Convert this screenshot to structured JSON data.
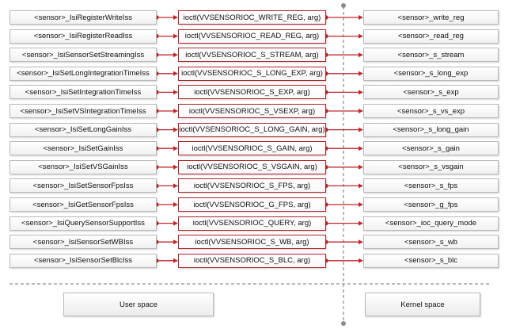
{
  "rows": [
    {
      "left": "<sensor>_IsiRegisterWriteIss",
      "mid": "ioctl(VVSENSORIOC_WRITE_REG, arg)",
      "right": "<sensor>_write_reg"
    },
    {
      "left": "<sensor>_IsiRegisterReadIss",
      "mid": "ioctl(VVSENSORIOC_READ_REG, arg)",
      "right": "<sensor>_read_reg"
    },
    {
      "left": "<sensor>_IsiSensorSetStreamingIss",
      "mid": "ioctl(VVSENSORIOC_S_STREAM, arg)",
      "right": "<sensor>_s_stream"
    },
    {
      "left": "<sensor>_IsiSetLongIntegrationTimeIss",
      "mid": "ioctl(VVSENSORIOC_S_LONG_EXP, arg)",
      "right": "<sensor>_s_long_exp"
    },
    {
      "left": "<sensor>_IsiSetIntegrationTimeIss",
      "mid": "ioctl(VVSENSORIOC_S_EXP, arg)",
      "right": "<sensor>_s_exp"
    },
    {
      "left": "<sensor>_IsiSetVSIntegrationTimeIss",
      "mid": "ioctl(VVSENSORIOC_S_VSEXP, arg)",
      "right": "<sensor>_s_vs_exp"
    },
    {
      "left": "<sensor>_IsiSetLongGainIss",
      "mid": "ioctl(VVSENSORIOC_S_LONG_GAIN, arg)",
      "right": "<sensor>_s_long_gain"
    },
    {
      "left": "<sensor>_IsiSetGainIss",
      "mid": "ioctl(VVSENSORIOC_S_GAIN, arg)",
      "right": "<sensor>_s_gain"
    },
    {
      "left": "<sensor>_IsiSetVSGainIss",
      "mid": "ioctl(VVSENSORIOC_S_VSGAIN, arg)",
      "right": "<sensor>_s_vsgain"
    },
    {
      "left": "<sensor>_IsiSetSensorFpsIss",
      "mid": "ioctl(VVSENSORIOC_S_FPS, arg)",
      "right": "<sensor>_s_fps"
    },
    {
      "left": "<sensor>_IsiGetSensorFpsIss",
      "mid": "ioctl(VVSENSORIOC_G_FPS, arg)",
      "right": "<sensor>_g_fps"
    },
    {
      "left": "<sensor>_IsiQuerySensorSupportIss",
      "mid": "ioctl(VVSENSORIOC_QUERY, arg)",
      "right": "<sensor>_ioc_query_mode"
    },
    {
      "left": "<sensor>_IsiSensorSetWBIss",
      "mid": "ioctl(VVSENSORIOC_S_WB, arg)",
      "right": "<sensor>_s_wb"
    },
    {
      "left": "<sensor>_IsiSensorSetBlcIss",
      "mid": "ioctl(VVSENSORIOC_S_BLC, arg)",
      "right": "<sensor>_s_blc"
    }
  ],
  "user_space_label": "User space",
  "kernel_space_label": "Kernel space",
  "colors": {
    "arrow": "#c0272d",
    "dashed_line": "#8c8c8c",
    "mid_border": "#b02428"
  }
}
